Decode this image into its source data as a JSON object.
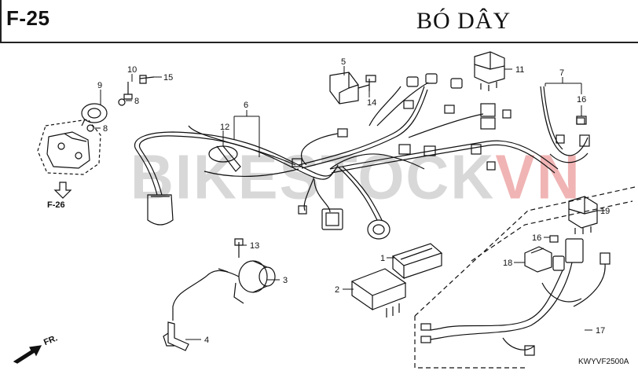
{
  "header": {
    "page_code": "F-25",
    "title": "BÓ DÂY"
  },
  "watermark": {
    "part_a": "BIKESTOCK",
    "part_b": "VN",
    "color_a": "#8a8a8a",
    "color_b": "#d21f1f"
  },
  "ref_code": "KWYVF2500A",
  "front_arrow": "FR.",
  "crossref": "F-26",
  "callouts": [
    "1",
    "2",
    "3",
    "4",
    "5",
    "6",
    "7",
    "8",
    "8",
    "9",
    "10",
    "11",
    "12",
    "13",
    "14",
    "15",
    "16",
    "16",
    "17",
    "18",
    "19"
  ]
}
